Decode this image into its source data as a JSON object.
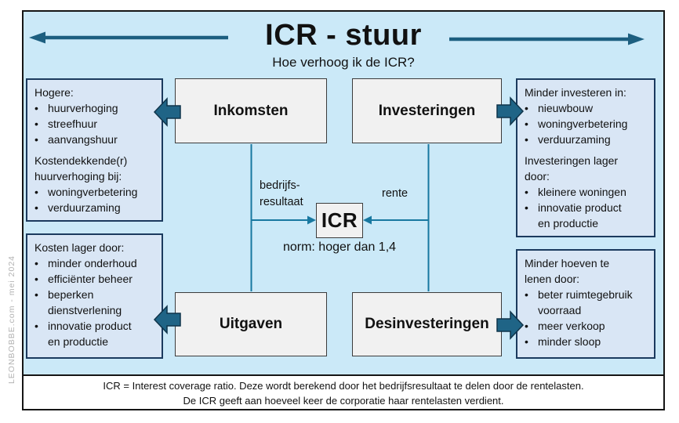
{
  "credit": "LEONBOBBE.com  -  mei 2024",
  "header": {
    "title": "ICR - stuur",
    "subtitle": "Hoe verhoog ik de ICR?"
  },
  "nodes": {
    "inkomsten": "Inkomsten",
    "investeringen": "Investeringen",
    "uitgaven": "Uitgaven",
    "desinvesteringen": "Desinvesteringen"
  },
  "center": {
    "icr": "ICR",
    "norm": "norm: hoger dan 1,4",
    "left_label_line1": "bedrijfs-",
    "left_label_line2": "resultaat",
    "right_label": "rente"
  },
  "panels": {
    "top_left": {
      "lines": [
        {
          "text": "Hogere:"
        },
        {
          "text": "huurverhoging",
          "bullet": true
        },
        {
          "text": "streefhuur",
          "bullet": true
        },
        {
          "text": "aanvangshuur",
          "bullet": true
        },
        {
          "text": "Kostendekkende(r)",
          "gap": true
        },
        {
          "text": "huurverhoging bij:"
        },
        {
          "text": "woningverbetering",
          "bullet": true
        },
        {
          "text": "verduurzaming",
          "bullet": true
        }
      ]
    },
    "bottom_left": {
      "lines": [
        {
          "text": "Kosten lager door:"
        },
        {
          "text": "minder onderhoud",
          "bullet": true
        },
        {
          "text": "efficiënter beheer",
          "bullet": true
        },
        {
          "text": "beperken",
          "bullet": true
        },
        {
          "text": "dienstverlening",
          "cont": true
        },
        {
          "text": "innovatie product",
          "bullet": true
        },
        {
          "text": "en productie",
          "cont": true
        }
      ]
    },
    "top_right": {
      "lines": [
        {
          "text": "Minder investeren in:"
        },
        {
          "text": "nieuwbouw",
          "bullet": true
        },
        {
          "text": "woningverbetering",
          "bullet": true
        },
        {
          "text": "verduurzaming",
          "bullet": true
        },
        {
          "text": "Investeringen lager",
          "gap": true
        },
        {
          "text": "door:"
        },
        {
          "text": "kleinere woningen",
          "bullet": true
        },
        {
          "text": "innovatie product",
          "bullet": true
        },
        {
          "text": "en productie",
          "cont": true
        }
      ]
    },
    "bottom_right": {
      "lines": [
        {
          "text": "Minder hoeven te"
        },
        {
          "text": "lenen door:"
        },
        {
          "text": "beter ruimtegebruik",
          "bullet": true
        },
        {
          "text": "voorraad",
          "cont": true
        },
        {
          "text": "meer verkoop",
          "bullet": true
        },
        {
          "text": "minder sloop",
          "bullet": true
        }
      ]
    }
  },
  "footer": {
    "line1": "ICR = Interest coverage ratio. Deze wordt berekend door het bedrijfsresultaat te delen door de rentelasten.",
    "line2": "De ICR geeft aan hoeveel keer de corporatie haar rentelasten verdient."
  },
  "colors": {
    "background": "#cbe9f8",
    "panel_bg": "#d9e6f5",
    "panel_border": "#1b3a5e",
    "node_bg": "#f1f1f1",
    "block_arrow": "#1f6486",
    "connector_line": "#1878a0",
    "title_arrow": "#1d5f80"
  }
}
